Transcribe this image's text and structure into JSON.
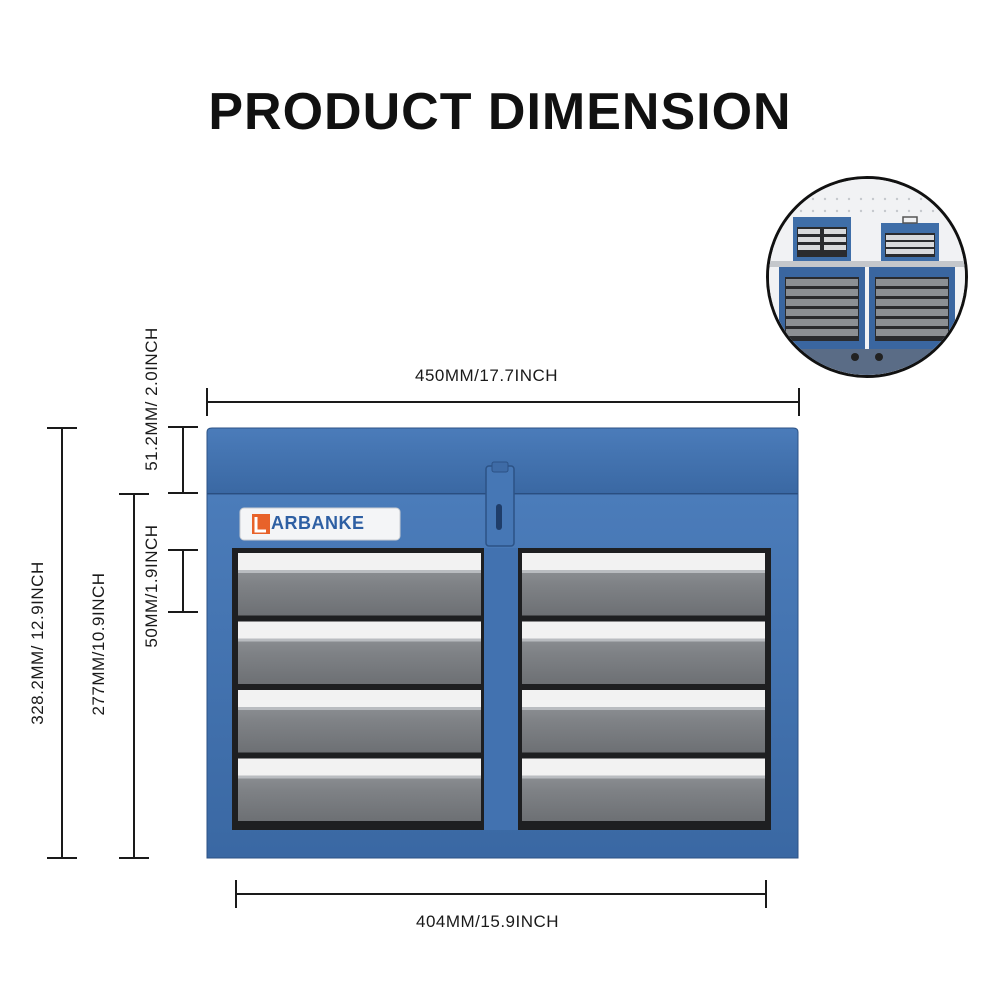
{
  "header": {
    "title": "PRODUCT DIMENSION"
  },
  "brand": {
    "logo_text": "ARBANKE",
    "logo_initial": "L"
  },
  "dimensions": {
    "top_width": "450MM/17.7INCH",
    "bottom_width": "404MM/15.9INCH",
    "total_height": "328.2MM/ 12.9INCH",
    "body_height": "277MM/10.9INCH",
    "lid_height": "51.2MM/ 2.0INCH",
    "drawer_height": "50MM/1.9INCH"
  },
  "colors": {
    "cabinet_blue": "#3f6ea8",
    "cabinet_dark": "#2c5285",
    "drawer_gray": "#8a8d91",
    "drawer_highlight": "#f2f2f2",
    "logo_orange": "#e8622a",
    "logo_blue": "#2e5fa3"
  },
  "drawers": {
    "rows": 4,
    "columns": 2
  }
}
